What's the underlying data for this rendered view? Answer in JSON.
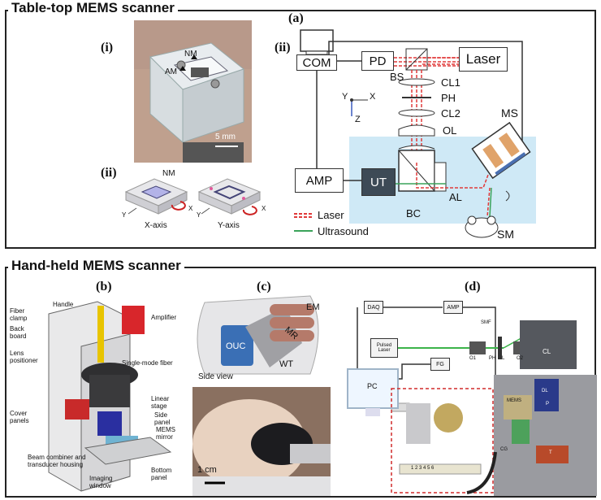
{
  "top_section": {
    "title": "Table-top MEMS scanner",
    "panel_a": {
      "label": "(a)",
      "sub_i": "(i)",
      "sub_ii_photo": "(ii)",
      "sub_ii_diagram": "(ii)",
      "photo_labels": {
        "nm": "NM",
        "am": "AM",
        "scale": "5 mm"
      },
      "axis_figure": {
        "nm": "NM",
        "x_axis": "X-axis",
        "y_axis": "Y-axis",
        "x": "X",
        "y": "Y"
      },
      "diagram": {
        "com": "COM",
        "pd": "PD",
        "laser": "Laser",
        "bs": "BS",
        "cl1": "CL1",
        "ph": "PH",
        "cl2": "CL2",
        "ol": "OL",
        "ms": "MS",
        "amp": "AMP",
        "ut": "UT",
        "al": "AL",
        "bc": "BC",
        "sm": "SM",
        "axis_x": "X",
        "axis_y": "Y",
        "axis_z": "Z",
        "legend_laser": "Laser",
        "legend_ultrasound": "Ultrasound"
      },
      "colors": {
        "laser": "#e03a3a",
        "ultrasound": "#3aa35a",
        "water": "#cfe9f6"
      }
    }
  },
  "bottom_section": {
    "title": "Hand-held MEMS scanner",
    "panel_b": {
      "label": "(b)",
      "labels": {
        "handle": "Handle",
        "fiber_clamp": "Fiber clamp",
        "back_board": "Back board",
        "amplifier": "Amplifier",
        "single_mode_fiber": "Single-mode fiber",
        "lens_positioner": "Lens positioner",
        "linear_stage": "Linear stage",
        "side_panel": "Side panel",
        "cover_panels": "Cover panels",
        "mems_mirror": "MEMS mirror",
        "beam_combiner": "Beam combiner and transducer housing",
        "bottom_panel": "Bottom panel",
        "imaging_window": "Imaging window"
      }
    },
    "panel_c": {
      "label": "(c)",
      "labels": {
        "em": "EM",
        "mr": "MR",
        "ouc": "OUC",
        "wt": "WT",
        "side_view": "Side view",
        "scale": "1 cm"
      }
    },
    "panel_d": {
      "label": "(d)",
      "labels": {
        "daq": "DAQ",
        "amp": "AMP",
        "smf": "SMF",
        "pulsed_laser": "Pulsed Laser",
        "o1": "O1",
        "ph": "PH",
        "l": "L",
        "o2": "O2",
        "fg": "FG",
        "pc": "PC",
        "cl": "CL",
        "dl": "DL",
        "mems": "MEMS",
        "p": "P",
        "cg": "CG",
        "t": "T",
        "ruler": "1 2 3 4 5 6"
      }
    }
  }
}
